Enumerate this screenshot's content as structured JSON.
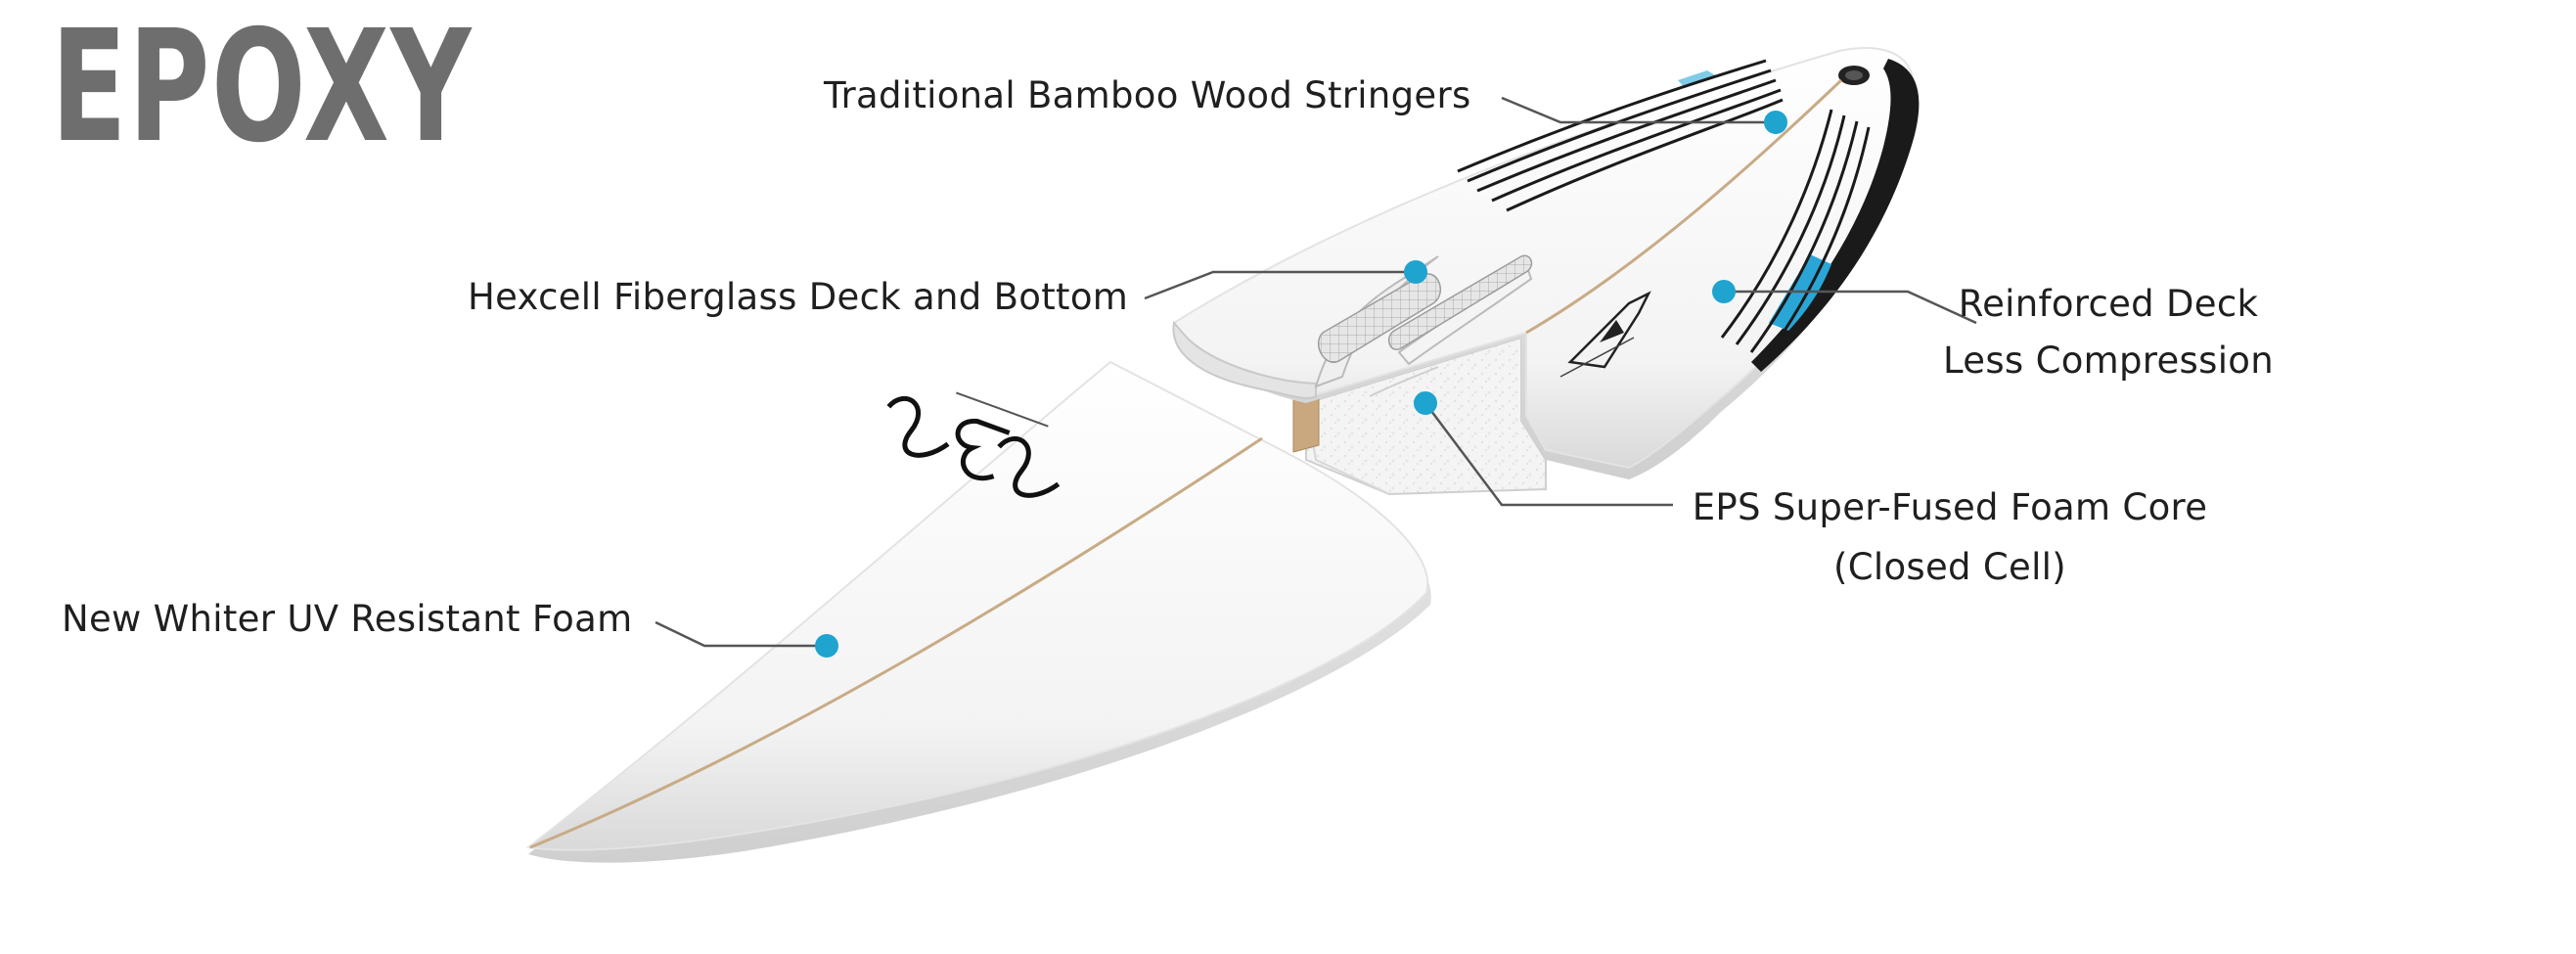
{
  "title": "EPOXY",
  "callouts": {
    "stringers": "Traditional Bamboo Wood Stringers",
    "hexcell": "Hexcell Fiberglass Deck and Bottom",
    "reinforced_line1": "Reinforced Deck",
    "reinforced_line2": "Less Compression",
    "eps_line1": "EPS Super-Fused Foam Core",
    "eps_line2": "(Closed Cell)",
    "foam": "New Whiter UV Resistant Foam"
  },
  "colors": {
    "title": "#6e6e6e",
    "text": "#1f1f1f",
    "dot": "#1fa3cf",
    "leader": "#555555",
    "stringer": "#c8ab86",
    "rail_blue": "#2aa6d6"
  },
  "icons": {
    "logo": "sbs-logo",
    "shark": "shark-logo-icon"
  }
}
